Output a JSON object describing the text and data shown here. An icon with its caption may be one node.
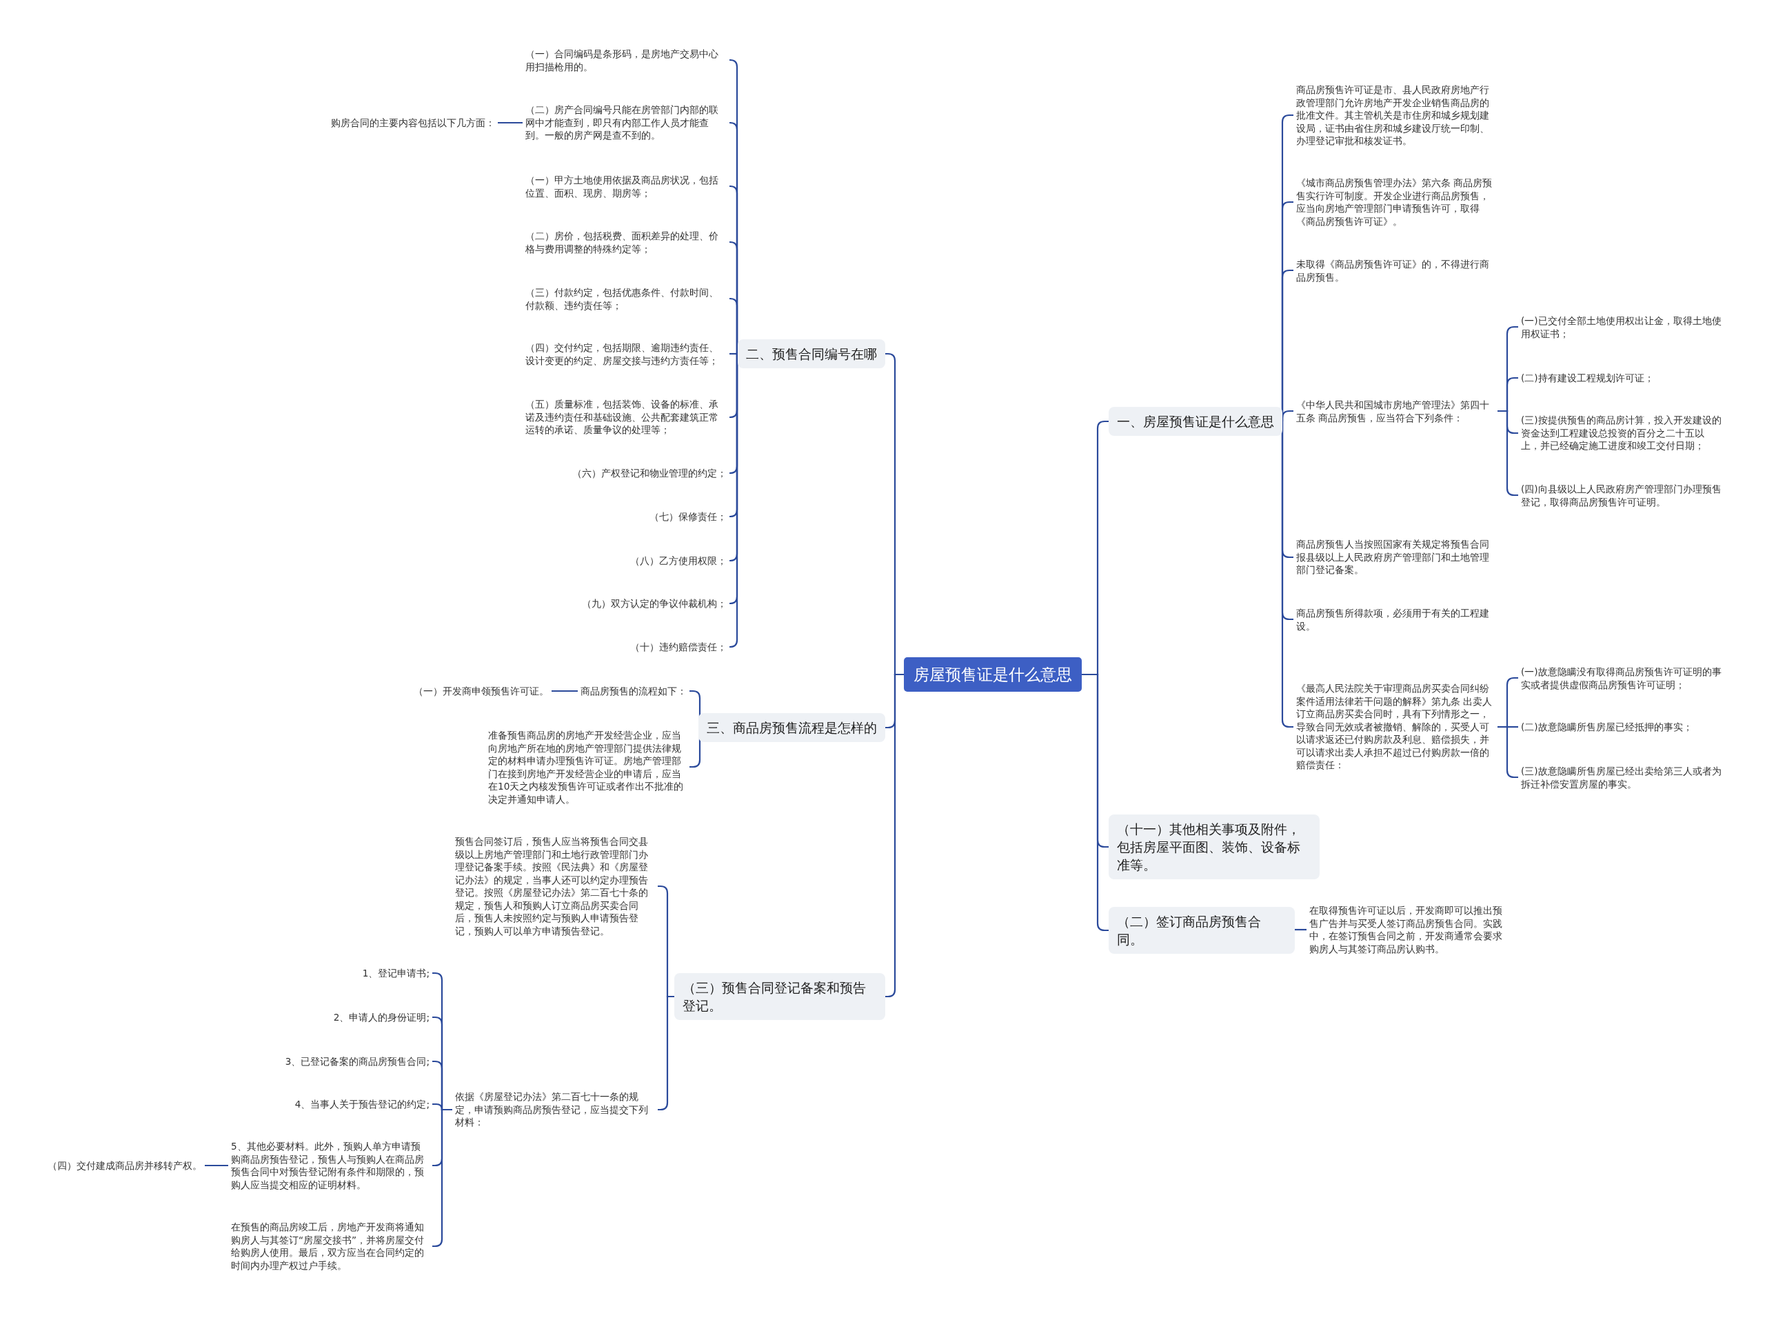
{
  "diagram": {
    "nodes": [
      {
        "text": [
          "房屋预售证是什么意思"
        ]
      },
      {
        "text": [
          "二、预售合同编号在哪"
        ]
      },
      {
        "text": [
          "（一）合同编码是条形码，是房地产交易中心用扫描枪用的。"
        ]
      },
      {
        "text": [
          "（二）房产合同编号只能在房管部门内部的联网中才能查到，即只有内部工作人员才能查到。一般的房产网是查不到的。"
        ]
      },
      {
        "text": [
          "购房合同的主要内容包括以下几方面："
        ]
      },
      {
        "text": [
          "（一）甲方土地使用依据及商品房状况，包括位置、面积、现房、期房等；"
        ]
      },
      {
        "text": [
          "（二）房价，包括税费、面积差异的处理、价格与费用调整的特殊约定等；"
        ]
      },
      {
        "text": [
          "（三）付款约定，包括优惠条件、付款时间、付款额、违约责任等；"
        ]
      },
      {
        "text": [
          "（四）交付约定，包括期限、逾期违约责任、设计变更的约定、房屋交接与违约方责任等；"
        ]
      },
      {
        "text": [
          "（五）质量标准，包括装饰、设备的标准、承诺及违约责任和基础设施、公共配套建筑正常运转的承诺、质量争议的处理等；"
        ]
      },
      {
        "text": [
          "（六）产权登记和物业管理的约定；"
        ]
      },
      {
        "text": [
          "（七）保修责任；"
        ]
      },
      {
        "text": [
          "（八）乙方使用权限；"
        ]
      },
      {
        "text": [
          "（九）双方认定的争议仲裁机构；"
        ]
      },
      {
        "text": [
          "（十）违约赔偿责任；"
        ]
      },
      {
        "text": [
          "三、商品房预售流程是怎样的"
        ]
      },
      {
        "text": [
          "商品房预售的流程如下："
        ]
      },
      {
        "text": [
          "（一）开发商申领预售许可证。"
        ]
      },
      {
        "text": [
          "准备预售商品房的房地产开发经营企业，应当向房地产所在地的房地产管理部门提供法律规定的材料申请办理预售许可证。房地产管理部门在接到房地产开发经营企业的申请后，应当在10天之内核发预售许可证或者作出不批准的决定并通知申请人。"
        ]
      },
      {
        "text": [
          "（三）预售合同登记备案和预告登记。"
        ]
      },
      {
        "text": [
          "预售合同签订后，预售人应当将预售合同交县级以上房地产管理部门和土地行政管理部门办理登记备案手续。按照《民法典》和《房屋登记办法》的规定，当事人还可以约定办理预告登记。按照《房屋登记办法》第二百七十条的规定，预售人和预购人订立商品房买卖合同后，预售人未按照约定与预购人申请预告登记，预购人可以单方申请预告登记。"
        ]
      },
      {
        "text": [
          "依据《房屋登记办法》第二百七十一条的规定，申请预购商品房预告登记，应当提交下列材料："
        ]
      },
      {
        "text": [
          "1、登记申请书;"
        ]
      },
      {
        "text": [
          "2、申请人的身份证明;"
        ]
      },
      {
        "text": [
          "3、已登记备案的商品房预售合同;"
        ]
      },
      {
        "text": [
          "4、当事人关于预告登记的约定;"
        ]
      },
      {
        "text": [
          "5、其他必要材料。此外，预购人单方申请预购商品房预告登记，预售人与预购人在商品房预售合同中对预告登记附有条件和期限的，预购人应当提交相应的证明材料。"
        ]
      },
      {
        "text": [
          "（四）交付建成商品房并移转产权。"
        ]
      },
      {
        "text": [
          "在预售的商品房竣工后，房地产开发商将通知购房人与其签订“房屋交接书”，并将房屋交付给购房人使用。最后，双方应当在合同约定的时间内办理产权过户手续。"
        ]
      },
      {
        "text": [
          "一、房屋预售证是什么意思"
        ]
      },
      {
        "text": [
          "商品房预售许可证是市、县人民政府房地产行政管理部门允许房地产开发企业销售商品房的批准文件。其主管机关是市住房和城乡规划建设局，证书由省住房和城乡建设厅统一印制、办理登记审批和核发证书。"
        ]
      },
      {
        "text": [
          "《城市商品房预售管理办法》第六条 商品房预售实行许可制度。开发企业进行商品房预售，应当向房地产管理部门申请预售许可，取得《商品房预售许可证》。"
        ]
      },
      {
        "text": [
          "未取得《商品房预售许可证》的，不得进行商品房预售。"
        ]
      },
      {
        "text": [
          "《中华人民共和国城市房地产管理法》第四十五条 商品房预售，应当符合下列条件："
        ]
      },
      {
        "text": [
          "(一)已交付全部土地使用权出让金，取得土地使用权证书；"
        ]
      },
      {
        "text": [
          "(二)持有建设工程规划许可证；"
        ]
      },
      {
        "text": [
          "(三)按提供预售的商品房计算，投入开发建设的资金达到工程建设总投资的百分之二十五以上，并已经确定施工进度和竣工交付日期；"
        ]
      },
      {
        "text": [
          "(四)向县级以上人民政府房产管理部门办理预售登记，取得商品房预售许可证明。"
        ]
      },
      {
        "text": [
          "商品房预售人当按照国家有关规定将预售合同报县级以上人民政府房产管理部门和土地管理部门登记备案。"
        ]
      },
      {
        "text": [
          "商品房预售所得款项，必须用于有关的工程建设。"
        ]
      },
      {
        "text": [
          "《最高人民法院关于审理商品房买卖合同纠纷案件适用法律若干问题的解释》第九条 出卖人订立商品房买卖合同时，具有下列情形之一，导致合同无效或者被撤销、解除的，买受人可以请求返还已付购房款及利息、赔偿损失，并可以请求出卖人承担不超过已付购房款一倍的赔偿责任："
        ]
      },
      {
        "text": [
          "(一)故意隐瞒没有取得商品房预售许可证明的事实或者提供虚假商品房预售许可证明；"
        ]
      },
      {
        "text": [
          "(二)故意隐瞒所售房屋已经抵押的事实；"
        ]
      },
      {
        "text": [
          "(三)故意隐瞒所售房屋已经出卖给第三人或者为拆迁补偿安置房屋的事实。"
        ]
      },
      {
        "text": [
          "（十一）其他相关事项及附件，包括房屋平面图、装饰、设备标准等。"
        ]
      },
      {
        "text": [
          "（二）签订商品房预售合同。"
        ]
      },
      {
        "text": [
          "在取得预售许可证以后，开发商即可以推出预售广告并与买受人签订商品房预售合同。实践中，在签订预售合同之前，开发商通常会要求购房人与其签订商品房认购书。"
        ]
      }
    ],
    "edges": [
      {
        "from": 0,
        "to": 1,
        "arrow": "none"
      },
      {
        "from": 1,
        "to": 2,
        "arrow": "none"
      },
      {
        "from": 1,
        "to": 3,
        "arrow": "none"
      },
      {
        "from": 3,
        "to": 4,
        "arrow": "none"
      },
      {
        "from": 1,
        "to": 5,
        "arrow": "none"
      },
      {
        "from": 1,
        "to": 6,
        "arrow": "none"
      },
      {
        "from": 1,
        "to": 7,
        "arrow": "none"
      },
      {
        "from": 1,
        "to": 8,
        "arrow": "none"
      },
      {
        "from": 1,
        "to": 9,
        "arrow": "none"
      },
      {
        "from": 1,
        "to": 10,
        "arrow": "none"
      },
      {
        "from": 1,
        "to": 11,
        "arrow": "none"
      },
      {
        "from": 1,
        "to": 12,
        "arrow": "none"
      },
      {
        "from": 1,
        "to": 13,
        "arrow": "none"
      },
      {
        "from": 1,
        "to": 14,
        "arrow": "none"
      },
      {
        "from": 0,
        "to": 15,
        "arrow": "none"
      },
      {
        "from": 15,
        "to": 16,
        "arrow": "none"
      },
      {
        "from": 16,
        "to": 17,
        "arrow": "none"
      },
      {
        "from": 15,
        "to": 18,
        "arrow": "none"
      },
      {
        "from": 0,
        "to": 19,
        "arrow": "none"
      },
      {
        "from": 19,
        "to": 20,
        "arrow": "none"
      },
      {
        "from": 19,
        "to": 21,
        "arrow": "none"
      },
      {
        "from": 21,
        "to": 22,
        "arrow": "none"
      },
      {
        "from": 21,
        "to": 23,
        "arrow": "none"
      },
      {
        "from": 21,
        "to": 24,
        "arrow": "none"
      },
      {
        "from": 21,
        "to": 25,
        "arrow": "none"
      },
      {
        "from": 21,
        "to": 26,
        "arrow": "none"
      },
      {
        "from": 26,
        "to": 27,
        "arrow": "none"
      },
      {
        "from": 21,
        "to": 28,
        "arrow": "none"
      },
      {
        "from": 0,
        "to": 29,
        "arrow": "none"
      },
      {
        "from": 29,
        "to": 30,
        "arrow": "none"
      },
      {
        "from": 29,
        "to": 31,
        "arrow": "none"
      },
      {
        "from": 29,
        "to": 32,
        "arrow": "none"
      },
      {
        "from": 29,
        "to": 33,
        "arrow": "none"
      },
      {
        "from": 33,
        "to": 34,
        "arrow": "none"
      },
      {
        "from": 33,
        "to": 35,
        "arrow": "none"
      },
      {
        "from": 33,
        "to": 36,
        "arrow": "none"
      },
      {
        "from": 33,
        "to": 37,
        "arrow": "none"
      },
      {
        "from": 29,
        "to": 38,
        "arrow": "none"
      },
      {
        "from": 29,
        "to": 39,
        "arrow": "none"
      },
      {
        "from": 29,
        "to": 40,
        "arrow": "none"
      },
      {
        "from": 40,
        "to": 41,
        "arrow": "none"
      },
      {
        "from": 40,
        "to": 42,
        "arrow": "none"
      },
      {
        "from": 40,
        "to": 43,
        "arrow": "none"
      },
      {
        "from": 0,
        "to": 44,
        "arrow": "none"
      },
      {
        "from": 0,
        "to": 45,
        "arrow": "none"
      },
      {
        "from": 45,
        "to": 46,
        "arrow": "none"
      }
    ]
  }
}
